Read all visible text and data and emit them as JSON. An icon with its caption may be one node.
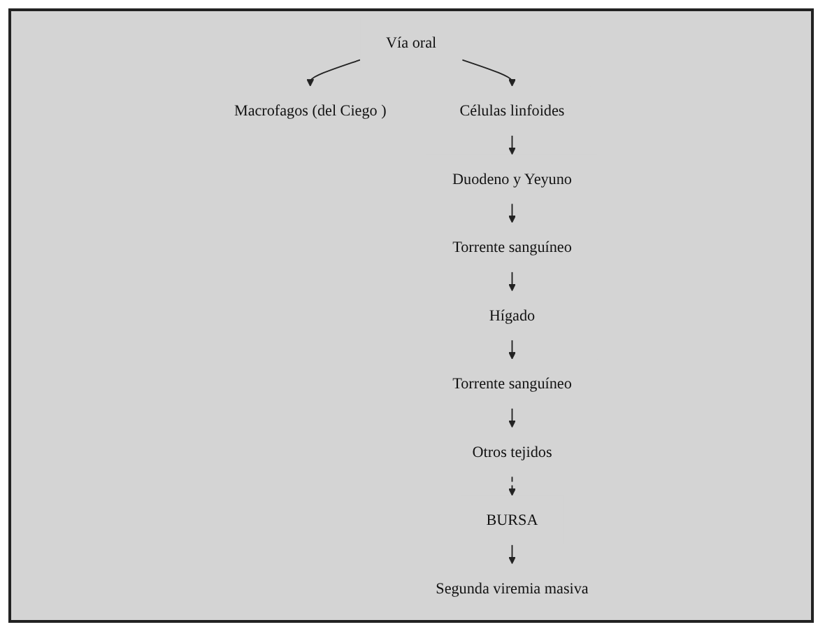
{
  "diagram": {
    "nodes": [
      {
        "text": [
          "Vía oral"
        ]
      },
      {
        "text": [
          "Macrofagos (del Ciego )"
        ]
      },
      {
        "text": [
          "Células linfoides"
        ]
      },
      {
        "text": [
          "Duodeno y Yeyuno"
        ]
      },
      {
        "text": [
          "Torrente sanguíneo"
        ]
      },
      {
        "text": [
          "Hígado"
        ]
      },
      {
        "text": [
          "Torrente sanguíneo"
        ]
      },
      {
        "text": [
          "Otros tejidos"
        ]
      },
      {
        "text": [
          "BURSA"
        ]
      },
      {
        "text": [
          "Segunda viremia masiva"
        ]
      }
    ],
    "edges": [
      {
        "from": 0,
        "to": 1,
        "arrow": "to"
      },
      {
        "from": 0,
        "to": 2,
        "arrow": "to"
      },
      {
        "from": 2,
        "to": 3,
        "arrow": "to"
      },
      {
        "from": 3,
        "to": 4,
        "arrow": "to"
      },
      {
        "from": 4,
        "to": 5,
        "arrow": "to"
      },
      {
        "from": 5,
        "to": 6,
        "arrow": "to"
      },
      {
        "from": 6,
        "to": 7,
        "arrow": "to"
      },
      {
        "from": 7,
        "to": 8,
        "arrow": "to",
        "style": "dashed"
      },
      {
        "from": 8,
        "to": 9,
        "arrow": "to"
      }
    ]
  }
}
